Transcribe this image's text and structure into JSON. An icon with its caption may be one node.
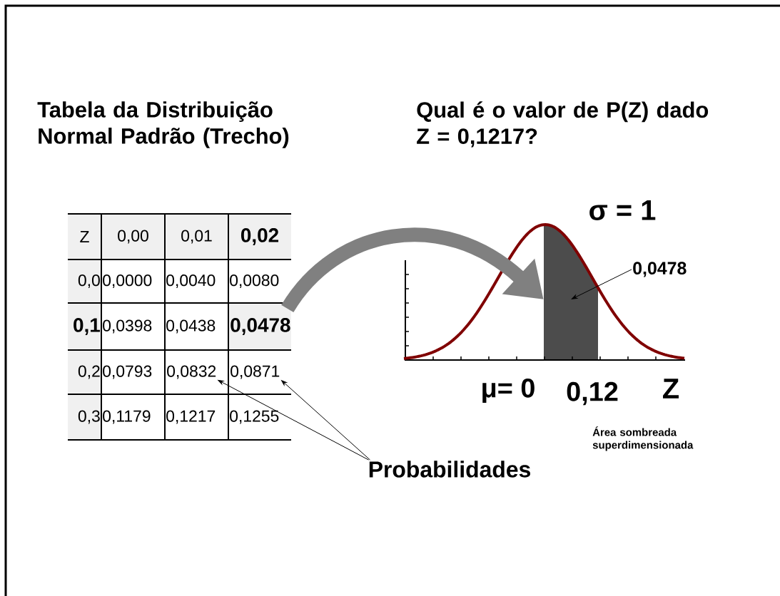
{
  "diagram": {
    "nodes": [
      {
        "text": [
          "Probabilidades"
        ]
      },
      {
        "text": [
          "0,0478"
        ]
      },
      {
        "text": [],
        "shape": "box"
      },
      {
        "text": [
          "0,0478"
        ]
      },
      {
        "text": [
          "0,0832"
        ]
      },
      {
        "text": [
          "0,0871"
        ]
      }
    ],
    "edges": [
      {
        "from": 0,
        "to": 4,
        "arrow": "to"
      },
      {
        "from": 0,
        "to": 5,
        "arrow": "to"
      },
      {
        "from": 1,
        "to": 2,
        "arrow": "to"
      },
      {
        "from": 3,
        "to": 2,
        "arrow": "to",
        "style": "thick",
        "color": "#808080"
      }
    ],
    "labels": [
      "Tabela da Distribuição Normal Padrão (Trecho)",
      "Qual é o valor de P(Z) dado Z = 0,1217?",
      "Z",
      "0,00",
      "0,01",
      "0,02",
      "0,0",
      "0,0000",
      "0,0040",
      "0,0080",
      "0,1",
      "0,0398",
      "0,0438",
      "0,2",
      "0,0793",
      "0,3",
      "0,1179",
      "0,1217",
      "0,1255",
      "σ = 1",
      "μ= 0",
      "0,12",
      "Z",
      "Área sombreada superdimensionada"
    ]
  }
}
